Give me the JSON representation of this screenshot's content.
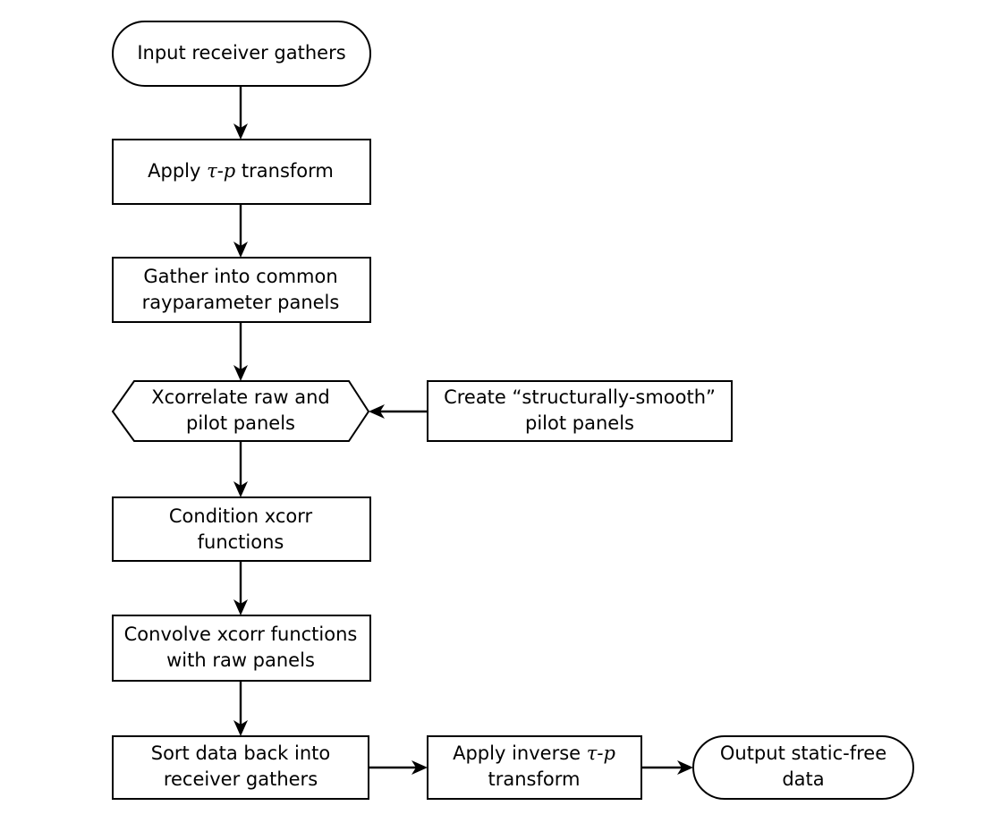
{
  "nodes": {
    "input": {
      "lines": [
        "Input receiver gathers"
      ],
      "shape": "terminal"
    },
    "taup": {
      "lines": [
        "Apply τ-p transform"
      ],
      "shape": "process"
    },
    "gather": {
      "lines": [
        "Gather into common",
        "rayparameter panels"
      ],
      "shape": "process"
    },
    "xcorr": {
      "lines": [
        "Xcorrelate raw and",
        "pilot panels"
      ],
      "shape": "hexagon"
    },
    "pilot": {
      "lines": [
        "Create “structurally-smooth”",
        "pilot panels"
      ],
      "shape": "process"
    },
    "condition": {
      "lines": [
        "Condition xcorr",
        "functions"
      ],
      "shape": "process"
    },
    "convolve": {
      "lines": [
        "Convolve xcorr functions",
        "with raw panels"
      ],
      "shape": "process"
    },
    "sort": {
      "lines": [
        "Sort data back into",
        "receiver gathers"
      ],
      "shape": "process"
    },
    "inverse": {
      "lines": [
        "Apply inverse τ-p",
        "transform"
      ],
      "shape": "process"
    },
    "output": {
      "lines": [
        "Output static-free",
        "data"
      ],
      "shape": "terminal"
    }
  },
  "edges": [
    [
      "input",
      "taup"
    ],
    [
      "taup",
      "gather"
    ],
    [
      "gather",
      "xcorr"
    ],
    [
      "pilot",
      "xcorr"
    ],
    [
      "xcorr",
      "condition"
    ],
    [
      "condition",
      "convolve"
    ],
    [
      "convolve",
      "sort"
    ],
    [
      "sort",
      "inverse"
    ],
    [
      "inverse",
      "output"
    ]
  ]
}
